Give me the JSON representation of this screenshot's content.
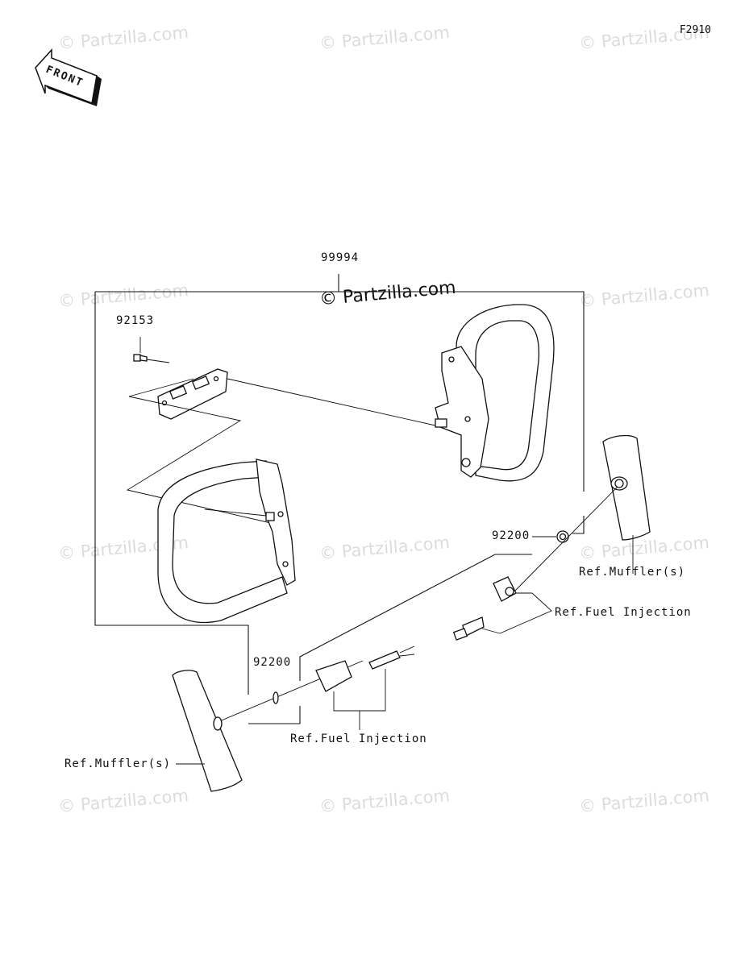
{
  "figure_code": "F2910",
  "front_label": "FRONT",
  "watermark_text": "© Partzilla.com",
  "watermark_main_text": "© Partzilla.com",
  "callouts": {
    "kit": "99994",
    "bolt": "92153",
    "gasket_right": "92200",
    "gasket_left": "92200"
  },
  "references": {
    "muffler_right": "Ref.Muffler(s)",
    "fuel_injection_right": "Ref.Fuel Injection",
    "fuel_injection_left": "Ref.Fuel Injection",
    "muffler_left": "Ref.Muffler(s)"
  }
}
